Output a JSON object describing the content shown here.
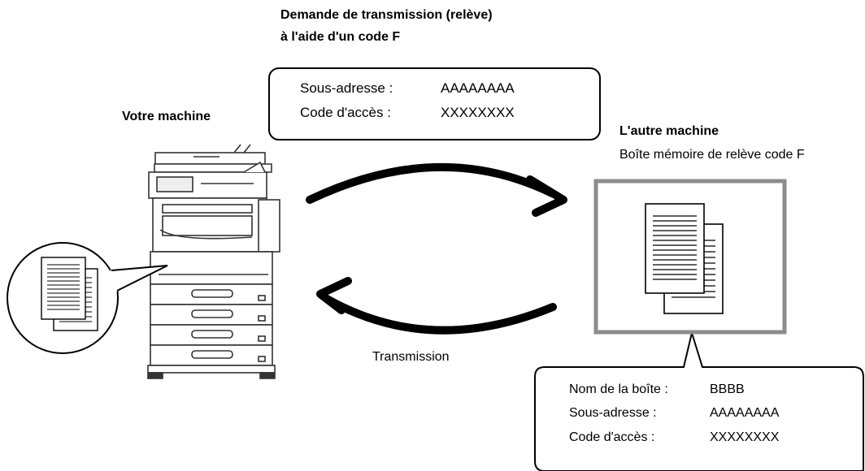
{
  "request": {
    "title_line1": "Demande de transmission (relève)",
    "title_line2": "à l'aide d'un code F",
    "sub_address_label": "Sous-adresse :",
    "sub_address_value": "AAAAAAAA",
    "access_code_label": "Code d'accès :",
    "access_code_value": "XXXXXXXX"
  },
  "your_machine": {
    "label": "Votre machine"
  },
  "other_machine": {
    "label": "L'autre machine",
    "sublabel": "Boîte mémoire de relève code F"
  },
  "transmission": {
    "label": "Transmission"
  },
  "memory_box_info": {
    "box_name_label": "Nom de la boîte :",
    "box_name_value": "BBBB",
    "sub_address_label": "Sous-adresse :",
    "sub_address_value": "AAAAAAAA",
    "access_code_label": "Code d'accès :",
    "access_code_value": "XXXXXXXX"
  },
  "colors": {
    "line": "#000000",
    "box_border": "#888888",
    "machine": "#333333"
  }
}
